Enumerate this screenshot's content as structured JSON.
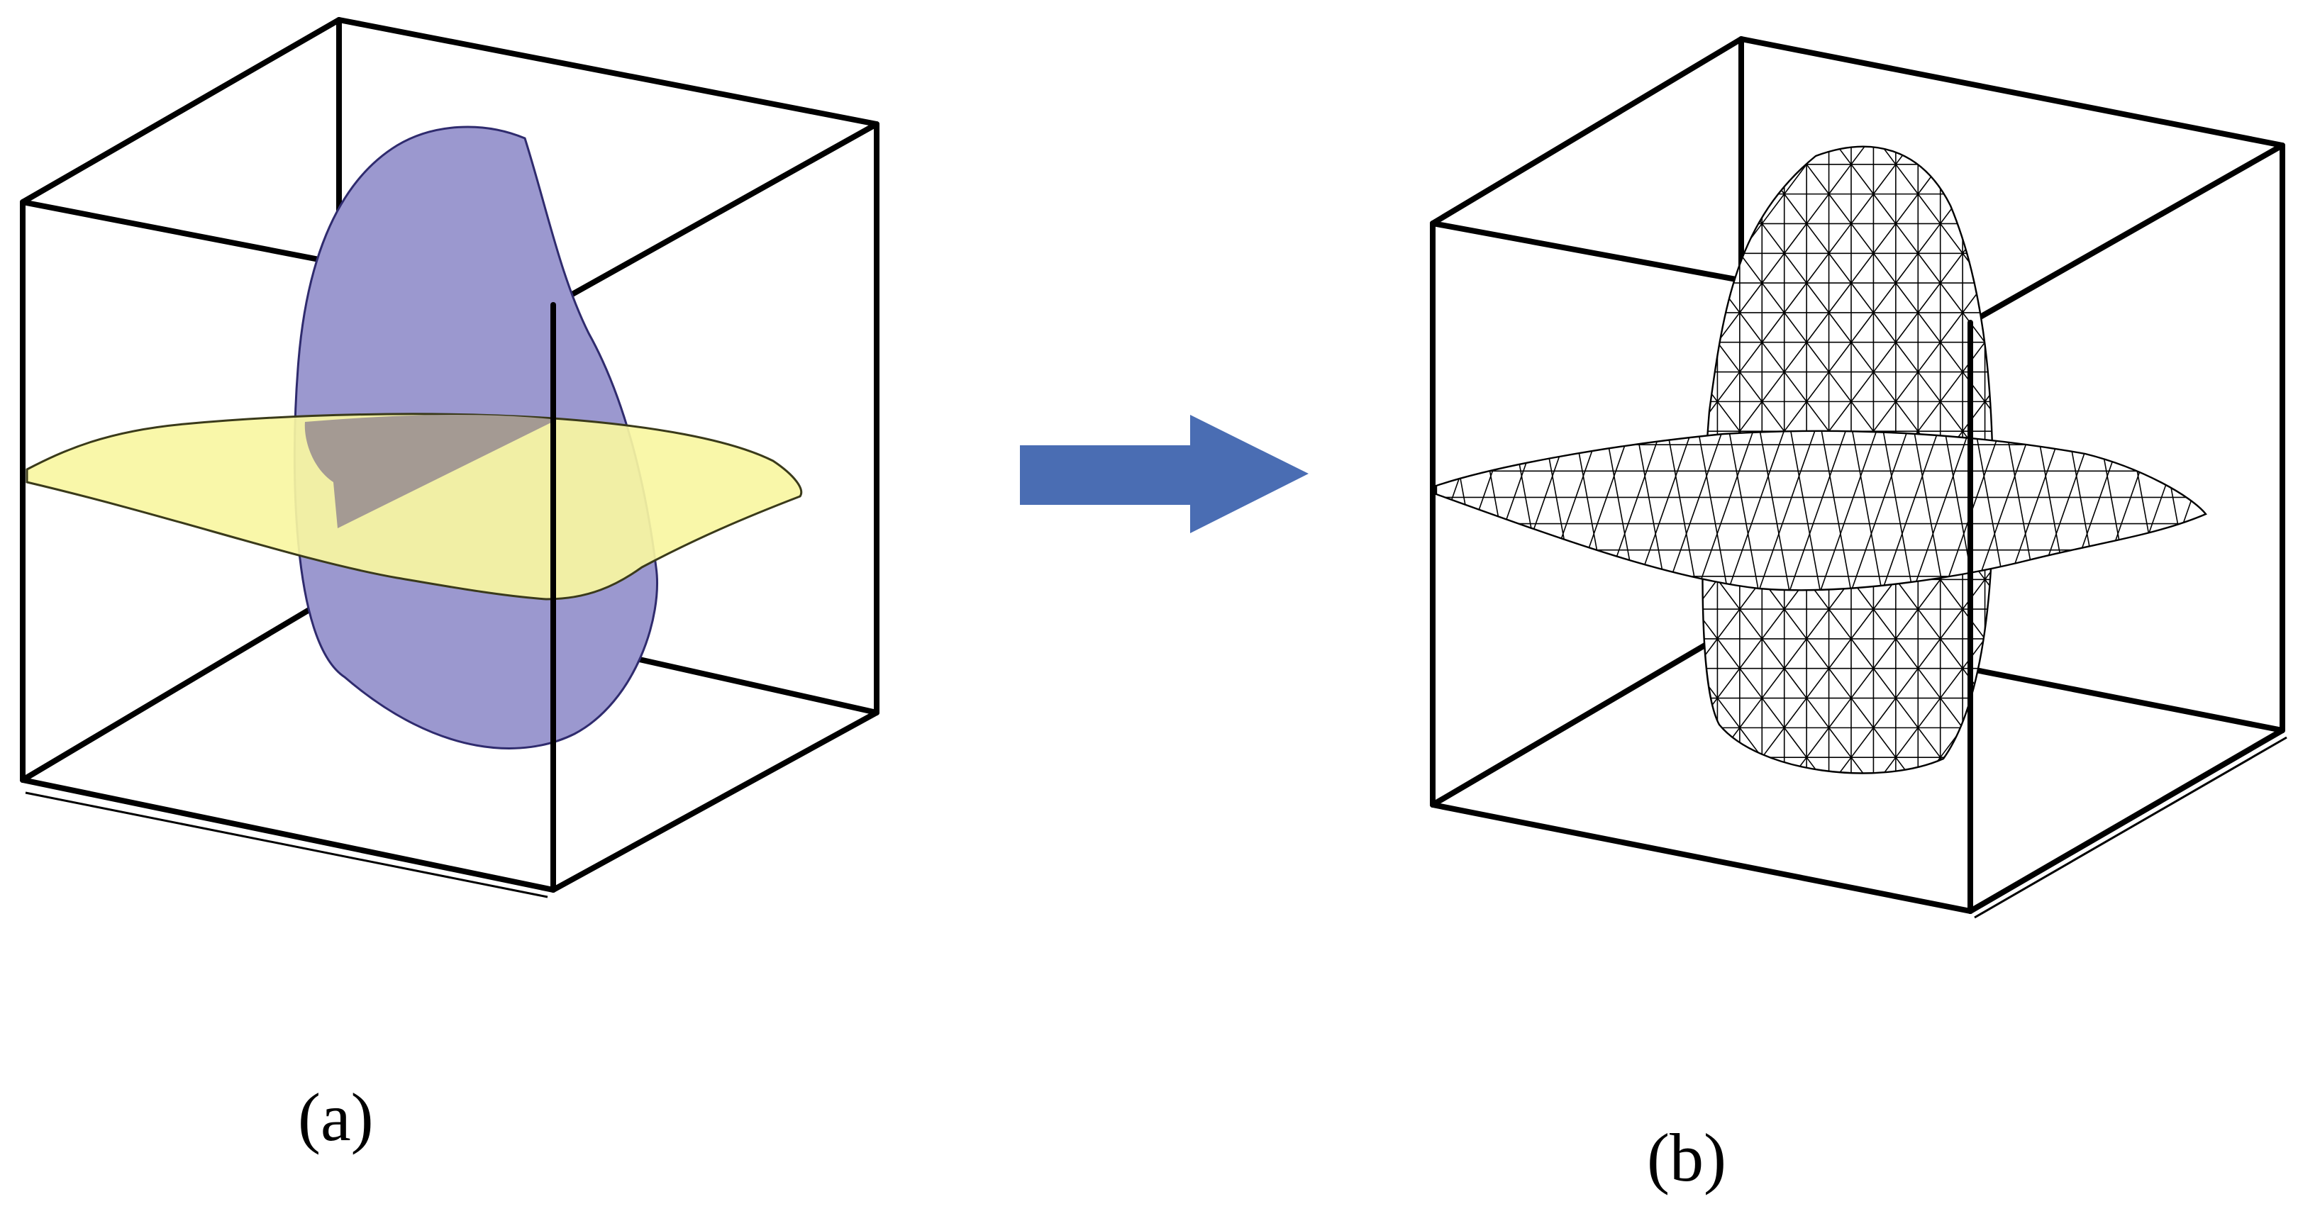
{
  "panels": [
    {
      "id": "a",
      "label": "(a)"
    },
    {
      "id": "b",
      "label": "(b)"
    }
  ],
  "colors": {
    "vertical_surface_fill": "#9b98cf",
    "vertical_surface_stroke": "#2f2b6e",
    "horizontal_surface_fill": "#f8f6a2",
    "horizontal_surface_stroke": "#3a3a1a",
    "overlap_fill": "#a49a93",
    "arrow_fill": "#4a6db3",
    "cube_edges": "#000000",
    "mesh_lines": "#000000"
  },
  "icons": {
    "arrow": "right-arrow-icon"
  }
}
